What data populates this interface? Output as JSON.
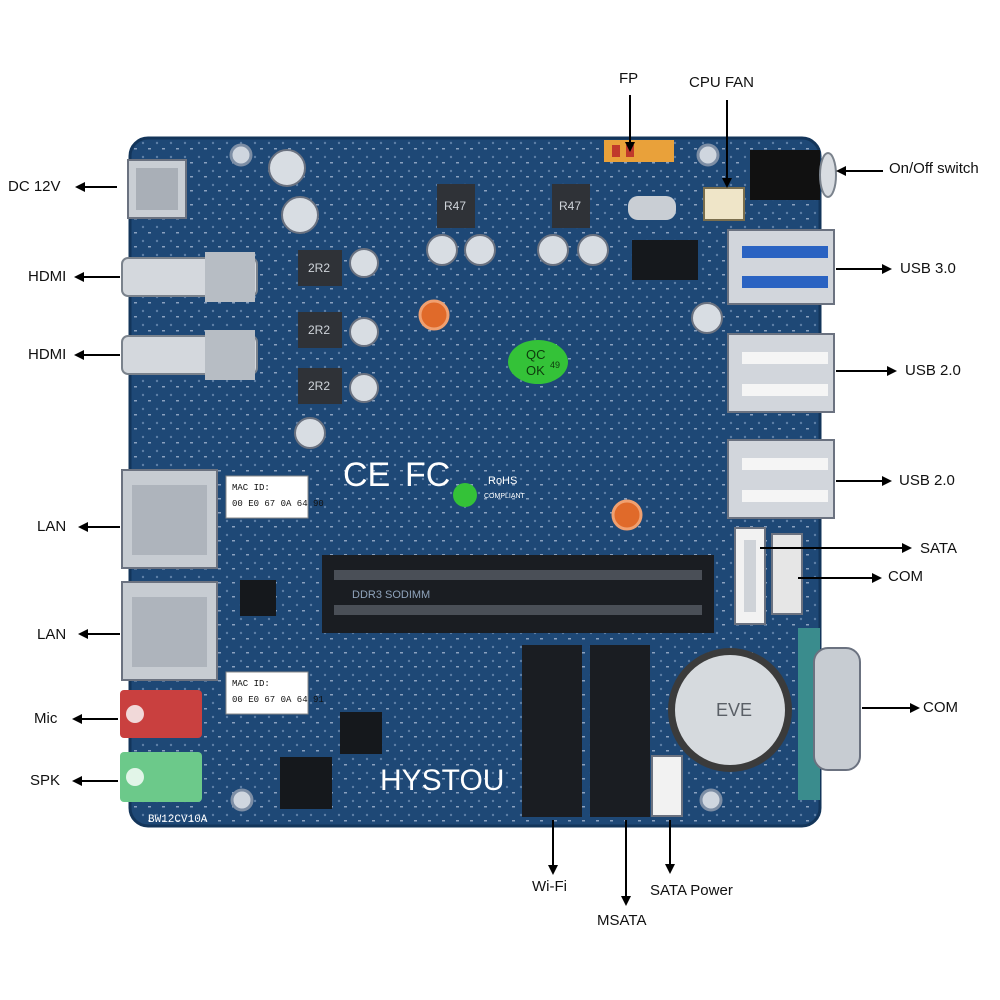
{
  "labels": {
    "fp": "FP",
    "cpu_fan": "CPU FAN",
    "dc12v": "DC 12V",
    "onoff": "On/Off switch",
    "hdmi1": "HDMI",
    "hdmi2": "HDMI",
    "usb30": "USB 3.0",
    "usb20a": "USB 2.0",
    "usb20b": "USB 2.0",
    "lan1": "LAN",
    "lan2": "LAN",
    "sata": "SATA",
    "com_header": "COM",
    "com_port": "COM",
    "mic": "Mic",
    "spk": "SPK",
    "wifi": "Wi-Fi",
    "msata": "MSATA",
    "sata_power": "SATA Power"
  },
  "board": {
    "brand": "HYSTOU",
    "model": "BW12CV10A",
    "mac1_title": "MAC ID:",
    "mac1_value": "00 E0 67 0A 64 90",
    "mac2_title": "MAC ID:",
    "mac2_value": "00 E0 67 0A 64 91",
    "qc_line1": "QC",
    "qc_line2": "OK",
    "qc_num": "49",
    "rohs_line1": "RoHS",
    "rohs_line2": "COMPLIANT",
    "ce_mark": "CE",
    "fc_mark": "FC",
    "ddr_label": "DDR3 SODIMM",
    "inductor_1": "2R2",
    "inductor_2": "2R2",
    "inductor_3": "2R2",
    "inductor_4": "R47",
    "inductor_5": "R47",
    "battery_text": "EVE"
  },
  "colors": {
    "pcb": "#1e4876",
    "pcb_dark": "#163a61",
    "arrow": "#000000",
    "mic_jack": "#c9403f",
    "spk_jack": "#6cc98a",
    "qc_sticker": "#34c238"
  }
}
